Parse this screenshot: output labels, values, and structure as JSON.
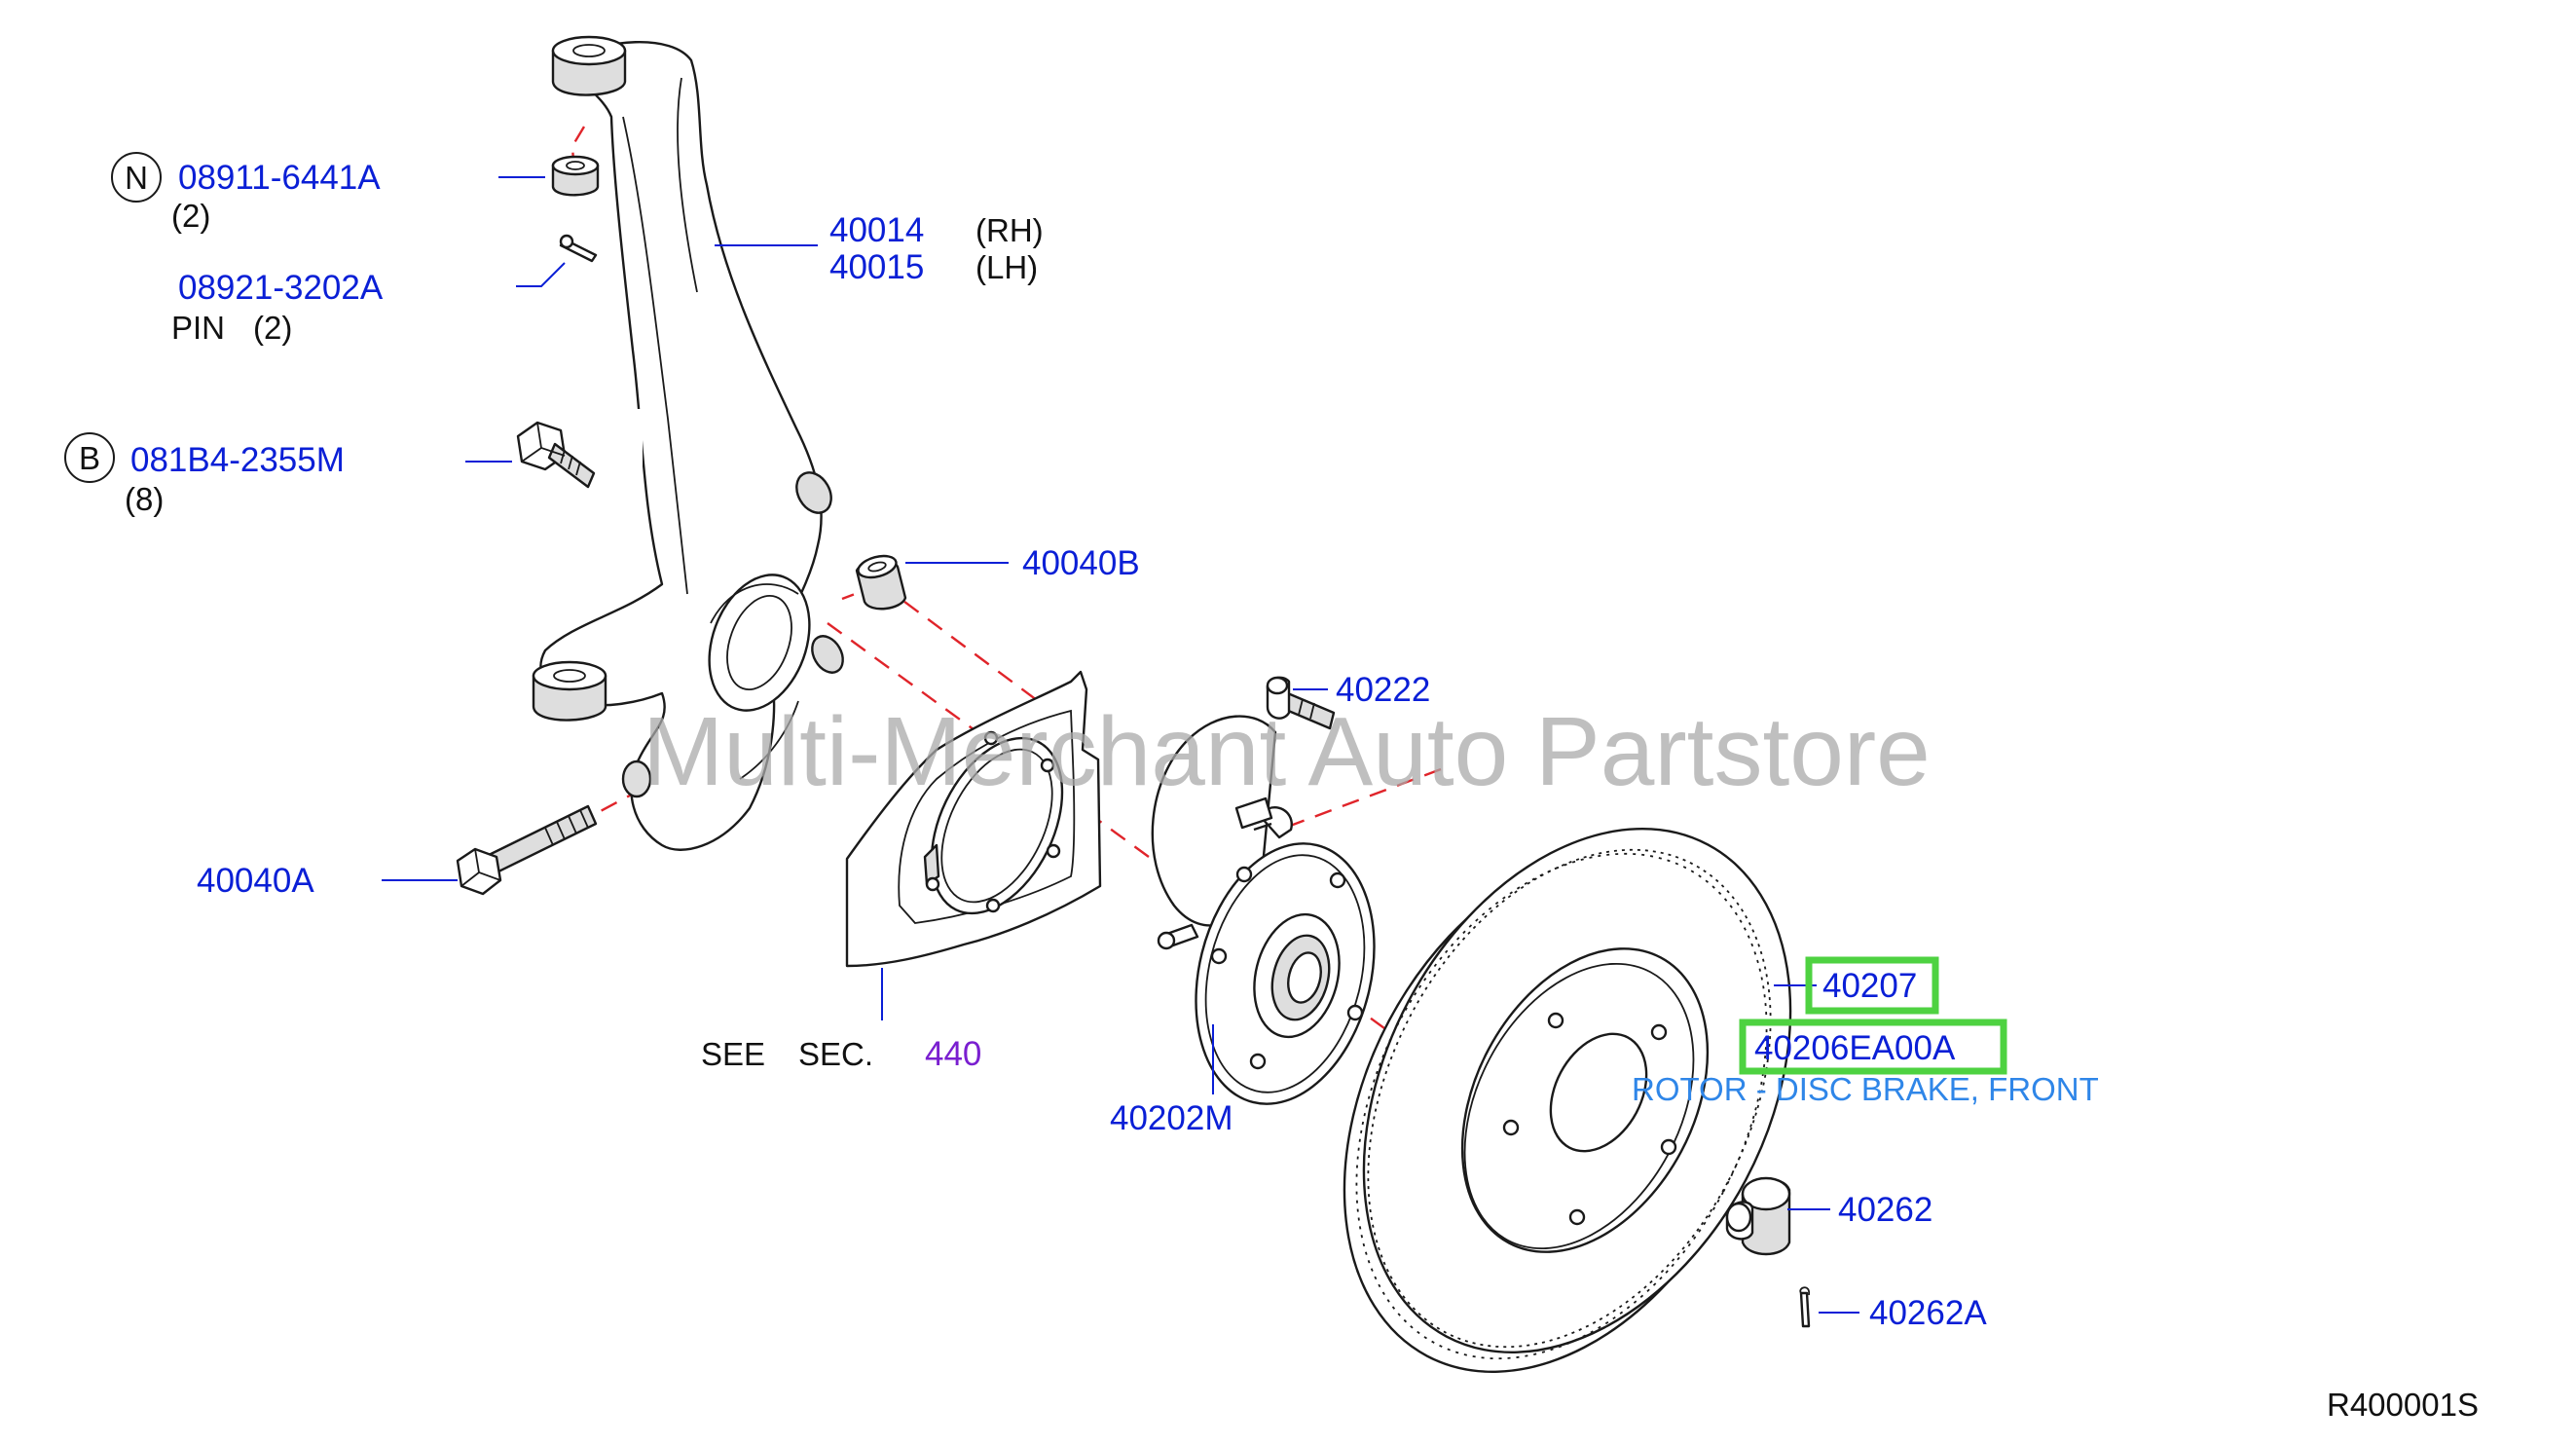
{
  "labels": {
    "pn_08911": "08911-6441A",
    "qty_08911": "(2)",
    "pn_08921": "08921-3202A",
    "pin_08921": "PIN",
    "qty_08921": "(2)",
    "pn_081b4": "081B4-2355M",
    "qty_081b4": "(8)",
    "pn_40014": "40014",
    "side_40014": "(RH)",
    "pn_40015": "40015",
    "side_40015": "(LH)",
    "pn_40040b": "40040B",
    "pn_40222": "40222",
    "pn_40040a": "40040A",
    "see": "SEE",
    "sec": "SEC.",
    "sec_num": "440",
    "pn_40202m": "40202M",
    "pn_40207": "40207",
    "pn_40206": "40206EA00A",
    "desc_40206": "ROTOR - DISC BRAKE, FRONT",
    "pn_40262": "40262",
    "pn_40262a": "40262A",
    "diagram_code": "R400001S"
  },
  "badges": {
    "n": "N",
    "b": "B"
  },
  "watermark": "Multi-Merchant Auto Partstore",
  "colors": {
    "part_number": "#0a1fd6",
    "section_number": "#7a1fd0",
    "description": "#2f86e8",
    "highlight": "#4ed241",
    "centerline": "#e0242a"
  }
}
